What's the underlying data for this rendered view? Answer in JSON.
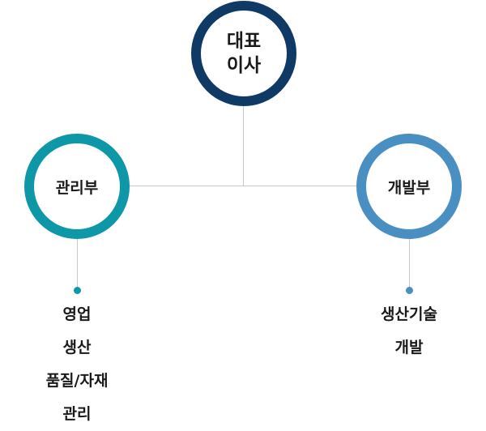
{
  "ceo": {
    "line1": "대표",
    "line2": "이사"
  },
  "admin": {
    "title": "관리부",
    "items": [
      "영업",
      "생산",
      "품질/자재",
      "관리"
    ]
  },
  "dev": {
    "title": "개발부",
    "items": [
      "생산기술",
      "개발"
    ]
  },
  "colors": {
    "ceo": "#0f3a66",
    "admin": "#0e97a6",
    "dev": "#4a8fc2",
    "connector": "#c8c8c8"
  }
}
